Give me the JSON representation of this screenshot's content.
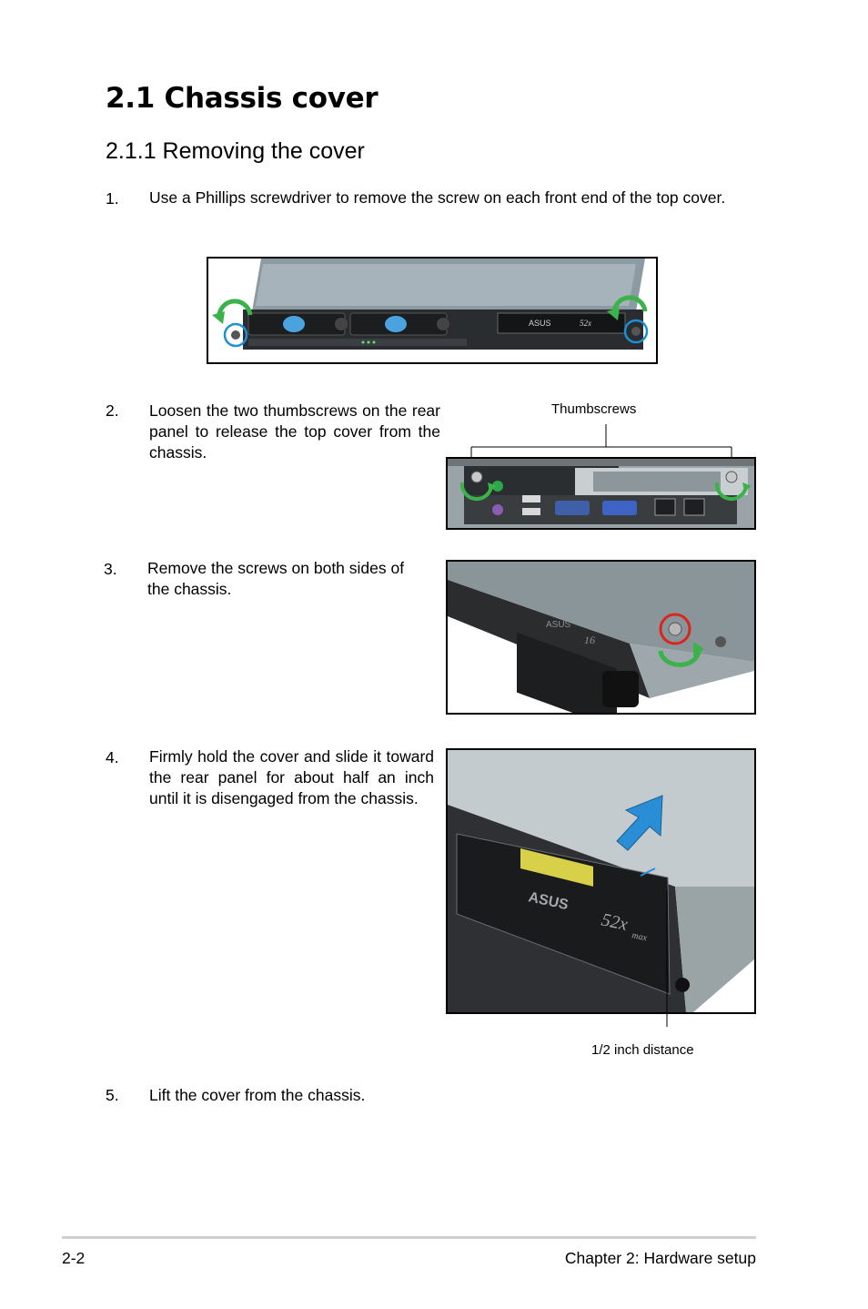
{
  "page": {
    "title": "2.1 Chassis cover",
    "subtitle": "2.1.1 Removing the cover"
  },
  "steps": [
    {
      "number": "1.",
      "text": "Use a Phillips screwdriver to remove the screw on each front end of the top cover."
    },
    {
      "number": "2.",
      "text": "Loosen the two thumbscrews on the rear panel to release the top cover from the chassis."
    },
    {
      "number": "3.",
      "text": "Remove the screws on both sides of the chassis."
    },
    {
      "number": "4.",
      "text": "Firmly hold the cover and slide it toward the rear panel for about half an inch until it is disengaged from the chassis."
    },
    {
      "number": "5.",
      "text": "Lift the cover from the chassis."
    }
  ],
  "figures": {
    "front_brand": "ASUS",
    "front_drive_speed": "52x",
    "rear_callout": "Thumbscrews",
    "side_drive_speed": "16",
    "slide_callout": "1/2 inch distance",
    "slide_drive_speed": "52x",
    "slide_drive_suffix": "max"
  },
  "footer": {
    "page_number": "2-2",
    "chapter": "Chapter 2:  Hardware setup"
  },
  "colors": {
    "arrow_green": "#3cb34a",
    "screw_ring_blue": "#1e8fd6",
    "screw_ring_red": "#d9261c",
    "slide_arrow_blue": "#2a8ed6"
  }
}
